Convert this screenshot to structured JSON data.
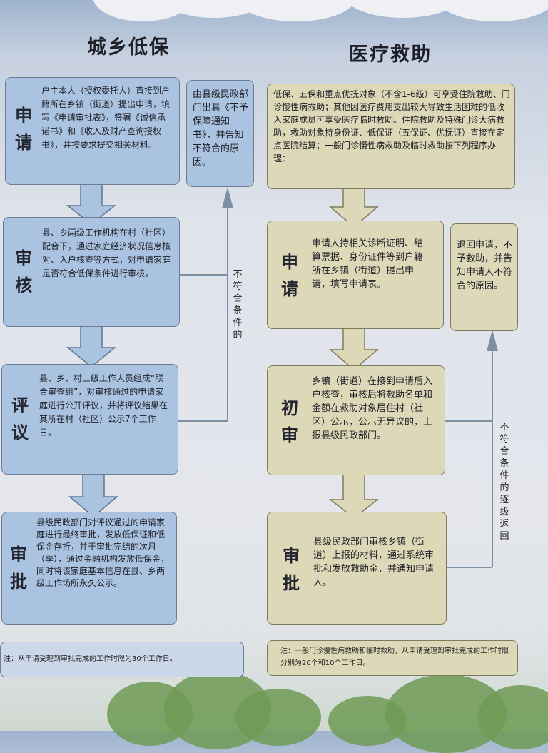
{
  "left": {
    "title": "城乡低保",
    "steps": [
      {
        "label": "申\n请",
        "text": "户主本人（授权委托人）直接到户籍所在乡镇（街道）提出申请，填写《申请审批表》，签署《诚信承诺书》和《收入及财产查询授权书》，并按要求提交相关材料。"
      },
      {
        "label": "审\n核",
        "text": "县、乡两级工作机构在村（社区）配合下，通过家庭经济状况信息核对、入户核查等方式，对申请家庭是否符合低保条件进行审核。"
      },
      {
        "label": "评\n议",
        "text": "县、乡、村三级工作人员组成“联合审查组”，对审核通过的申请家庭进行公开评议，并将评议结果在其所在村（社区）公示7个工作日。"
      },
      {
        "label": "审\n批",
        "text": "县级民政部门对评议通过的申请家庭进行最终审批，发放低保证和低保金存折，并于审批完结的次月（季），通过金融机构发放低保金，同时将该家庭基本信息在县、乡两级工作场所永久公示。"
      }
    ],
    "reject_box": "由县级民政部门出具《不予保障通知书》，并告知不符合的原因。",
    "reject_label": "不符合条件的",
    "note": "注：从申请受理到审批完成的工作时限为30个工作日。"
  },
  "right": {
    "title": "医疗救助",
    "intro": "低保、五保和重点优抚对象（不含1-6级）可享受住院救助、门诊慢性病救助；其他因医疗费用支出较大导致生活困难的低收入家庭成员可享受医疗临时救助。住院救助及特殊门诊大病救助，救助对象持身份证、低保证（五保证、优抚证）直接在定点医院结算；一般门诊慢性病救助及临时救助按下列程序办理：",
    "steps": [
      {
        "label": "申\n请",
        "text": "申请人持相关诊断证明、结算票据、身份证件等到户籍所在乡镇（街道）提出申请，填写申请表。"
      },
      {
        "label": "初\n审",
        "text": "乡镇（街道）在接到申请后入户核查，审核后将救助名单和金额在救助对象居住村（社区）公示，公示无异议的，上报县级民政部门。"
      },
      {
        "label": "审\n批",
        "text": "县级民政部门审核乡镇（街道）上报的材料，通过系统审批和发放救助金，并通知申请人。"
      }
    ],
    "reject_box": "退回申请，不予救助，并告知申请人不符合的原因。",
    "reject_label": "不符合条件的逐级返回",
    "note": "注：一般门诊慢性病救助和临时救助，从申请受理到审批完成的工作时限分别为20个和10个工作日。"
  },
  "colors": {
    "blue_box": "#a9c3e0",
    "tan_box": "#ddd8b7",
    "line": "#7d8fa5"
  }
}
